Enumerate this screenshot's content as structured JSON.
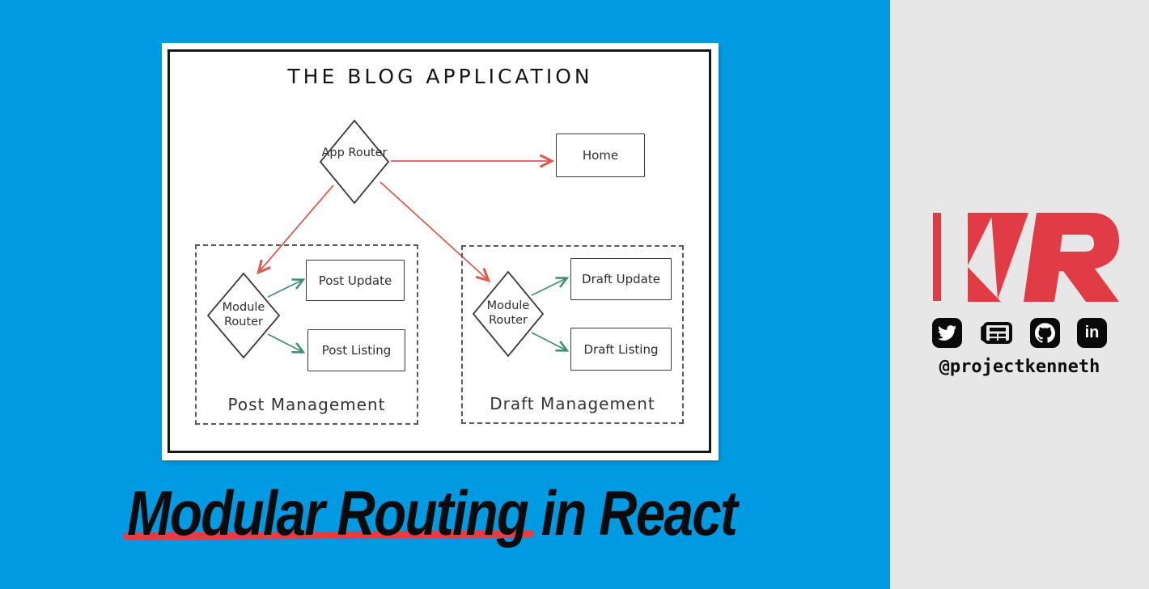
{
  "colors": {
    "background_blue": "#009ae2",
    "sidebar_gray": "#e7e7e7",
    "card_white": "#ffffff",
    "card_border_black": "#171717",
    "flow_arrow_red": "#e05a50",
    "flow_arrow_green": "#3e8e75",
    "brand_red": "#e13c46",
    "underline_red": "#e93a45"
  },
  "card": {
    "title": "THE BLOG APPLICATION"
  },
  "nodes": {
    "app_router": "App Router",
    "home": "Home"
  },
  "groups": [
    {
      "label": "Post Management",
      "router": "Module Router",
      "update": "Post Update",
      "listing": "Post Listing"
    },
    {
      "label": "Draft Management",
      "router": "Module Router",
      "update": "Draft Update",
      "listing": "Draft Listing"
    }
  ],
  "heading": "Modular Routing in React",
  "sidebar": {
    "logo_text": "KR",
    "handle": "@projectkenneth",
    "icons": [
      {
        "name": "twitter"
      },
      {
        "name": "blog"
      },
      {
        "name": "github"
      },
      {
        "name": "linkedin",
        "glyph": "in"
      }
    ]
  }
}
